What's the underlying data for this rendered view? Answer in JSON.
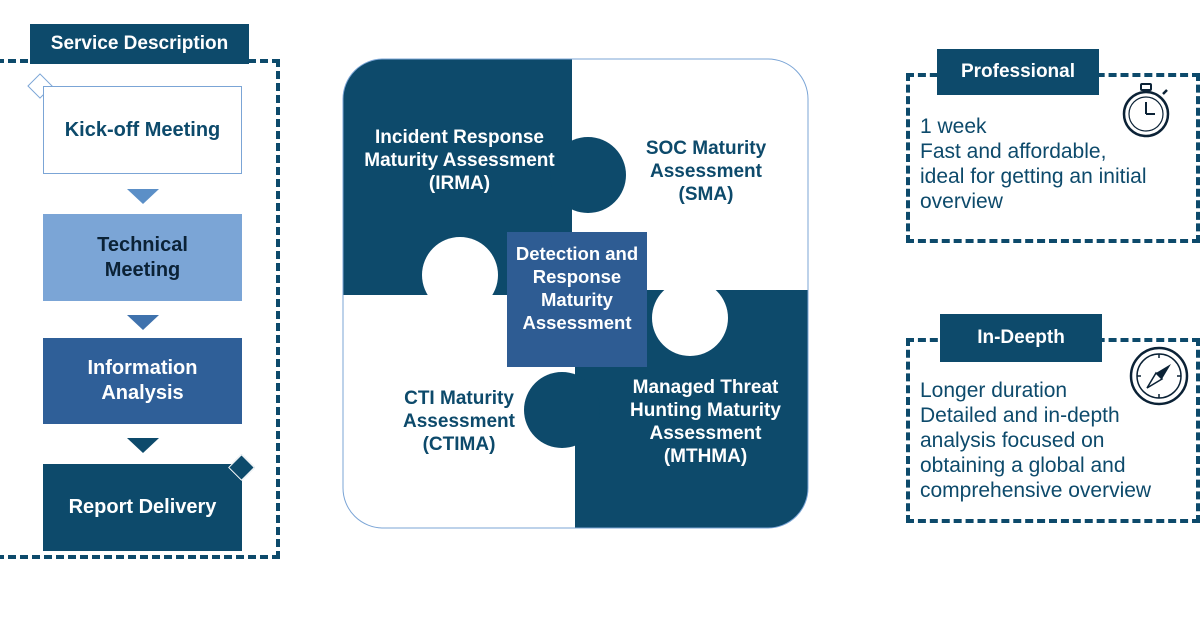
{
  "service": {
    "title": "Service Description",
    "steps": [
      {
        "label": "Kick-off Meeting"
      },
      {
        "label": "Technical Meeting"
      },
      {
        "label": "Information Analysis"
      },
      {
        "label": "Report Delivery"
      }
    ]
  },
  "puzzle": {
    "center": "Detection and Response Maturity Assessment",
    "pieces": [
      {
        "label": "Incident Response Maturity Assessment (IRMA)"
      },
      {
        "label": "SOC Maturity Assessment (SMA)"
      },
      {
        "label": "CTI Maturity Assessment (CTIMA)"
      },
      {
        "label": "Managed Threat Hunting Maturity Assessment (MTHMA)"
      }
    ]
  },
  "options": [
    {
      "tag": "Professional",
      "icon": "stopwatch-icon",
      "lines": [
        "1 week",
        "Fast and affordable,",
        "ideal for getting an initial",
        "overview"
      ]
    },
    {
      "tag": "In-Deepth",
      "icon": "compass-icon",
      "lines": [
        "Longer duration",
        "Detailed and in-depth",
        "analysis focused on",
        "obtaining a global and",
        "comprehensive overview"
      ]
    }
  ],
  "colors": {
    "dark_navy": "#0d4a6b",
    "light_blue": "#7ba5d6",
    "mid_blue": "#2f5f98",
    "center_blue": "#2e5c93",
    "arrow_blue": "#5b8fc7"
  }
}
